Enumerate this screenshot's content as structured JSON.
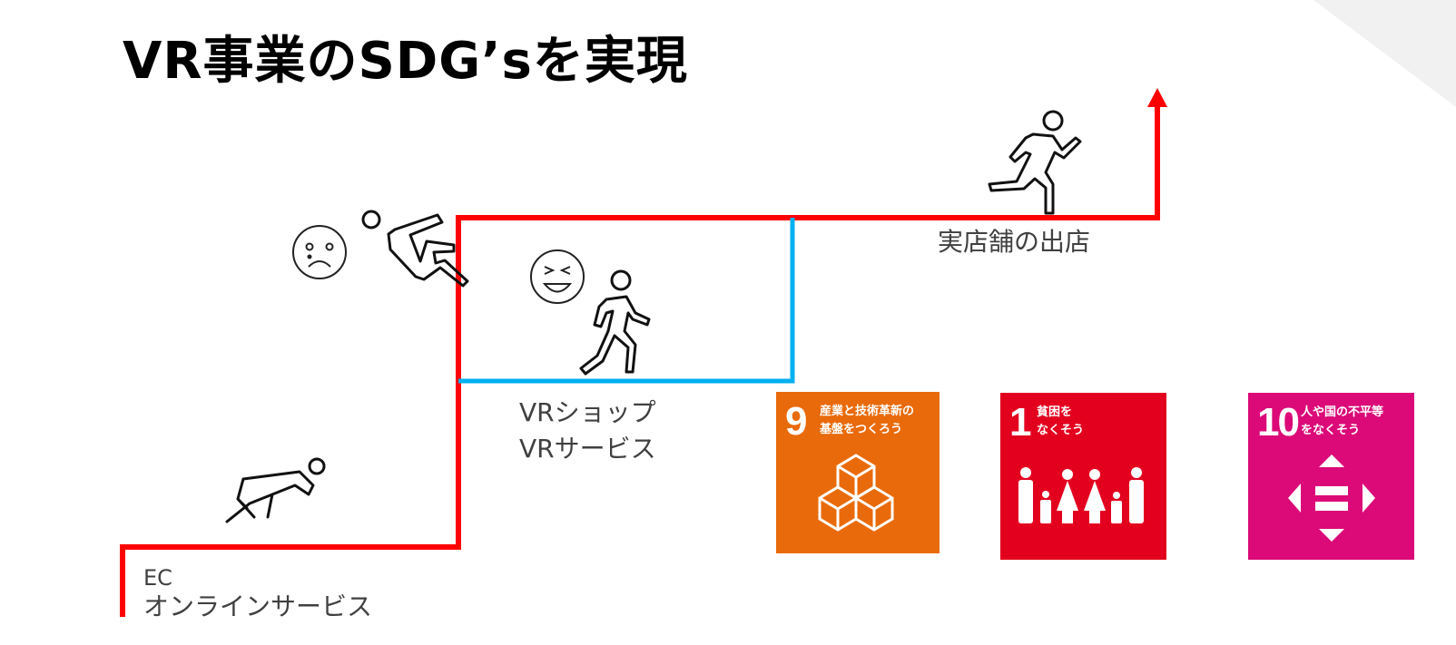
{
  "title": "VR事業のSDG’sを実現",
  "steps": {
    "ec_label": "EC",
    "online_label": "オンラインサービス",
    "vr_shop_label": "VRショップ",
    "vr_service_label": "VRサービス",
    "real_store_label": "実店舗の出店"
  },
  "sdg_tiles": [
    {
      "number": "9",
      "text_line1": "産業と技術革新の",
      "text_line2": "基盤をつくろう",
      "color": "#E96A0A",
      "icon": "cubes-icon"
    },
    {
      "number": "1",
      "text_line1": "貧困を",
      "text_line2": "なくそう",
      "color": "#E3001F",
      "icon": "family-icon"
    },
    {
      "number": "10",
      "text_line1": "人や国の不平等",
      "text_line2": "をなくそう",
      "color": "#DB0A78",
      "icon": "equality-arrows-icon"
    }
  ],
  "colors": {
    "path": "#FF0000",
    "vr_box": "#00B0F0",
    "corner": "#F1F1F1"
  }
}
